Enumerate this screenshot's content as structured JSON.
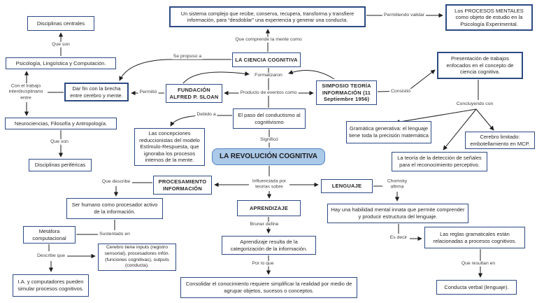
{
  "diagram_title": "LA REVOLUCIÓN COGNITIVA",
  "colors": {
    "background": "#ffffff",
    "box_border": "#2c4a84",
    "box_fill": "#ffffff",
    "box_text": "#262626",
    "highlight_fill": "#abc9e9",
    "highlight_border": "#5081bd",
    "edge_label_text": "#3d3d3d",
    "arrow": "#1f1f1f"
  },
  "nodes": {
    "disciplinas_centrales": "Disciplinas centrales",
    "sistema_complejo": "Un sistema complejo que recibe, conserva, recupera, transforma y transfiere información, para “desdoblar” una experiencia y generar una conducta.",
    "procesos_mentales": "Los PROCESOS MENTALES como objeto de estudio en la Psicología Experimental.",
    "psicologia": "Psicología, Lingüística y Computación.",
    "ciencia_cognitiva": "LA CIENCIA COGNITIVA",
    "presentacion": "Presentación de trabajos enfocados en el concepto de ciencia cognitiva.",
    "dar_fin": "Dar fin con la brecha entre cerebro y mente.",
    "fundacion": "FUNDACIÓN ALFRED P. SLOAN",
    "simposio": "SIMPOSIO TEORÍA INFORMACIÓN (11 Septiembre 1956)",
    "neurociencias": "Neurociencias, Filosofía y Antropología.",
    "concepciones": "Las concepciones reduccionistas del modelo Estímulo-Respuesta, que ignoraba los procesos internos de la mente.",
    "paso_conductismo": "El paso del conductismo al cognitivismo",
    "gramatica": "Gramática generativa: el lenguaje tiene toda la precisión matemática",
    "cerebro_limitado": "Cerebro limitado: embotellamiento en MCP.",
    "disciplinas_perifericas": "Disciplinas periféricas",
    "revolucion": "LA REVOLUCIÓN COGNITIVA",
    "teoria_deteccion": "La teoría de la detección de señales para el reconocimiento perceptivo.",
    "procesamiento": "PROCESAMIENTO INFORMACIÓN",
    "lenguaje": "LENGUAJE",
    "ser_humano": "Ser humano como procesador activo de la información.",
    "aprendizaje": "APRENDIZAJE",
    "hay_habilidad": "Hay una habilidad mental innata que permite comprender y producir estructura del lenguaje.",
    "metafora": "Metáfora computacional",
    "reglas": "Las reglas gramaticales están relacionadas a procesos cognitivos.",
    "aprendizaje_resulta": "Aprendizaje resulta de la categorización de la información.",
    "cerebro_inputs": "Cerebro tiene inputs (registro sensorial), procesadores infón. (funciones cognitivas), outputs (conducta).",
    "ia": "I.A. y computadores pueden simular procesos cognitivos.",
    "consolidar": "Consolidar el conocimiento requiere simplificar la realidad por medio de agrupar objetos, sucesos o conceptos.",
    "conducta_verbal": "Conducta verbal (lenguaje)."
  },
  "edge_labels": {
    "que_son_1": "Que son",
    "que_comprende": "Que comprende la mente como",
    "permitiendo": "Permitiendo validar",
    "se_propuso": "Se propuso a",
    "formalizaron": "Formalizaron",
    "con_trabajo": "Con el trabajo interdisciplinario entre",
    "permitio": "Permitió",
    "producto": "Producto de eventos como",
    "consistio": "Consistió",
    "concluyendo": "Concluyendo con",
    "debido": "Debido a",
    "significo": "Significó",
    "que_son_2": "Que son",
    "influenciada": "Influenciada por teorías sobre",
    "chomsky": "Chomsky afirma",
    "que_describe": "Que describe",
    "sustentado": "Sustentado en",
    "describe_que": "Describe que",
    "bruner": "Bruner define",
    "es_decir": "Es decir",
    "por_lo_que": "Por lo que",
    "que_resultan": "Que resultan en"
  }
}
